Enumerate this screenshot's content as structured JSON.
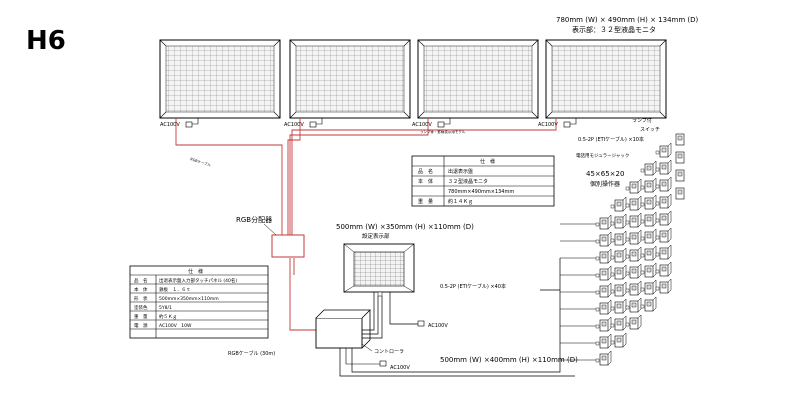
{
  "page_label": "H6",
  "monitors": {
    "spec_dim": "780mm (W) × 490mm (H) × 134mm (D)",
    "spec_name": "表示部：３２型液晶モニタ",
    "ac_labels": [
      "AC100V",
      "AC100V",
      "AC100V",
      "AC100V"
    ],
    "left_cable": "RGBケーブル",
    "note_3": "ランプ等・罫線表示用モデル"
  },
  "monitor_spec_table": {
    "title": "仕　様",
    "rows": [
      {
        "key": "品　名",
        "val": "出退表示盤"
      },
      {
        "key": "本　体",
        "val": "３２型液晶モニタ"
      },
      {
        "key": "",
        "val": "780mm×490mm×134mm"
      },
      {
        "key": "重　量",
        "val": "約１４Ｋｇ"
      }
    ]
  },
  "rgb_splitter": "RGB分配器",
  "display_unit": {
    "dim": "500mm (W) ×350mm (H) ×110mm (D)",
    "name": "設定表示部",
    "ac": "AC100V"
  },
  "controller": {
    "name": "コントローラ",
    "dim": "500mm (W) ×400mm (H) ×110mm (D)",
    "ac": "AC100V"
  },
  "rgb_cable": "RGBケーブル (30m)",
  "panel_spec_table": {
    "title": "仕　様",
    "rows": [
      {
        "key": "品　名",
        "val": "出退表示盤入力部タッチパネル (40名)"
      },
      {
        "key": "本　体",
        "val": "鉄板　１．６ｔ"
      },
      {
        "key": "形　状",
        "val": "500mm×350mm×110mm"
      },
      {
        "key": "塗装色",
        "val": "5Y8/1"
      },
      {
        "key": "重　量",
        "val": "約５Ｋｇ"
      },
      {
        "key": "電　源",
        "val": "AC100V　10W"
      },
      {
        "key": "",
        "val": ""
      }
    ]
  },
  "switch_side": {
    "lamp_label": "ランプ付",
    "switch_label": "スイッチ",
    "cable_top": "0.5-2P (ETIケーブル) ×10本",
    "jack_label": "電話用モジュラージャック",
    "box_dim": "45×65×20",
    "box_name": "個別操作器",
    "cable_mid": "0.5-2P (ETIケーブル) ×40本"
  }
}
